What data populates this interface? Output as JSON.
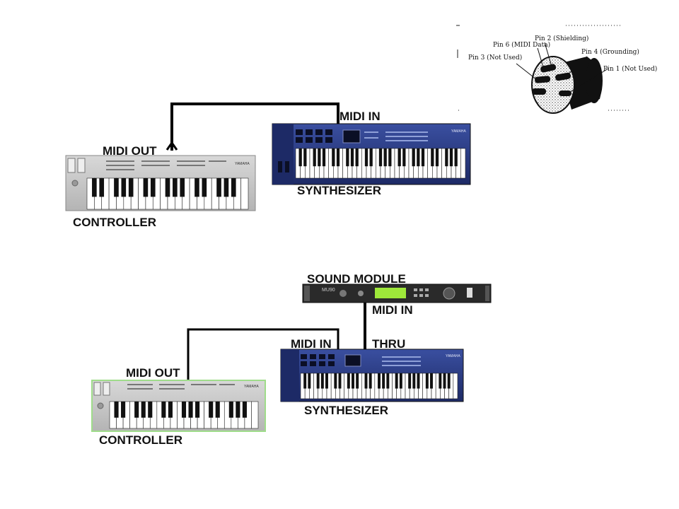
{
  "connector": {
    "pins": [
      {
        "label": "Pin 2 (Shielding)"
      },
      {
        "label": "Pin 6 (MIDI Data)"
      },
      {
        "label": "Pin 4 (Grounding)"
      },
      {
        "label": "Pin 3 (Not Used)"
      },
      {
        "label": "Pin 1 (Not Used)"
      }
    ]
  },
  "top": {
    "midi_in": "MIDI IN",
    "midi_out": "MIDI OUT",
    "synthesizer": "SYNTHESIZER",
    "controller": "CONTROLLER",
    "brand_synth": "YAMAHA",
    "brand_ctrl": "YAMAHA"
  },
  "bottom": {
    "sound_module": "SOUND MODULE",
    "module_midi_in": "MIDI IN",
    "synth_midi_in": "MIDI IN",
    "thru": "THRU",
    "midi_out": "MIDI OUT",
    "synthesizer": "SYNTHESIZER",
    "controller": "CONTROLLER",
    "brand_synth": "YAMAHA",
    "brand_ctrl": "YAMAHA",
    "module_brand": "MU90"
  },
  "colors": {
    "synth_body": "#2c3f8a",
    "controller_body": "#c9c9c9",
    "controller_edge_bottom": "#9fdc8a",
    "module_lcd": "#9ee83a",
    "cable": "#000000"
  }
}
